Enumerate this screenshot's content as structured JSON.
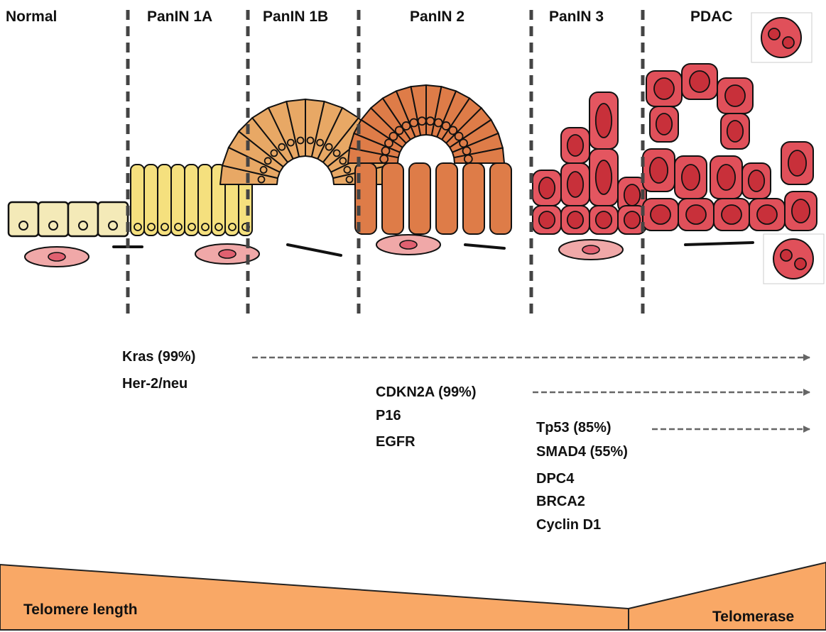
{
  "stages": [
    "Normal",
    "PanIN 1A",
    "PanIN 1B",
    "PanIN 2",
    "PanIN 3",
    "PDAC"
  ],
  "gene_groups": [
    {
      "genes": [
        "Kras (99%)",
        "Her-2/neu"
      ]
    },
    {
      "genes": [
        "CDKN2A (99%)",
        "P16",
        "EGFR"
      ]
    },
    {
      "genes": [
        "Tp53 (85%)",
        "SMAD4 (55%)",
        "DPC4",
        "BRCA2",
        "Cyclin D1"
      ]
    }
  ],
  "bar": {
    "left_label": "Telomere length",
    "right_label": "Telomerase"
  },
  "colors": {
    "normal": "#f4eab8",
    "panin1a": "#f5e07e",
    "panin1b": "#e8a865",
    "panin2": "#de7c48",
    "panin3": "#e45660",
    "pdac": "#e0505a",
    "nucleus_dark": "#c8303a",
    "stroma": "#f0a8a8",
    "bar": "#f9a866",
    "divider": "#444444",
    "arrow": "#666666"
  }
}
